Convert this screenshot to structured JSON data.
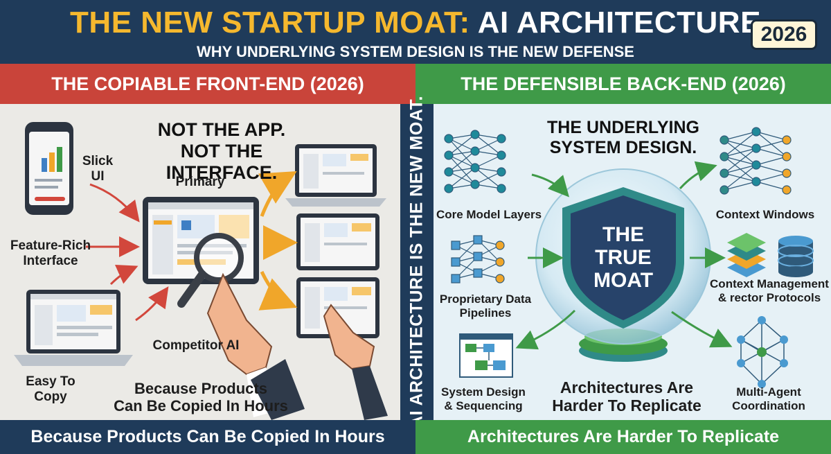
{
  "header": {
    "title_part1": "THE NEW STARTUP MOAT:",
    "title_part2": "AI ARCHITECTURE",
    "subtitle": "WHY UNDERLYING SYSTEM DESIGN IS THE NEW DEFENSE",
    "year_badge": "2026",
    "title_color": "#f5b82e",
    "background_color": "#1f3b5a"
  },
  "left_section": {
    "header": "THE COPIABLE FRONT-END (2026)",
    "header_color": "#c9443a",
    "headline_line1": "NOT THE APP.",
    "headline_line2": "NOT THE INTERFACE.",
    "labels": {
      "slick_ui_line1": "Slick",
      "slick_ui_line2": "UI",
      "primary": "Primary",
      "feature_rich_line1": "Feature-Rich",
      "feature_rich_line2": "Interface",
      "competitor_ai": "Competitor AI",
      "easy_copy_line1": "Easy To",
      "easy_copy_line2": "Copy"
    },
    "caption_line1": "Because Products",
    "caption_line2": "Can Be Copied In Hours",
    "footer": "Because Products Can Be Copied In Hours"
  },
  "divider_text": "AI ARCHITECTURE IS THE NEW MOAT.",
  "right_section": {
    "header": "THE DEFENSIBLE BACK-END (2026)",
    "header_color": "#3f9a48",
    "headline_line1": "THE UNDERLYING",
    "headline_line2": "SYSTEM DESIGN.",
    "shield_line1": "THE",
    "shield_line2": "TRUE",
    "shield_line3": "MOAT",
    "labels": {
      "core_model_layers": "Core Model Layers",
      "pipelines_line1": "Proprietary Data",
      "pipelines_line2": "Pipelines",
      "system_design_line1": "System Design",
      "system_design_line2": "& Sequencing",
      "context_windows": "Context Windows",
      "context_mgmt_line1": "Context Management",
      "context_mgmt_line2": "& rector Protocols",
      "multi_agent_line1": "Multi-Agent",
      "multi_agent_line2": "Coordination"
    },
    "caption_line1": "Architectures Are",
    "caption_line2": "Harder To Replicate",
    "footer": "Architectures Are Harder To Replicate"
  },
  "icons": [
    "smartphone-icon",
    "laptop-icon",
    "tablet-icon",
    "magnifier-icon",
    "pointing-hand-icon",
    "neural-network-icon",
    "shield-icon",
    "database-icon",
    "layers-icon",
    "flowchart-icon",
    "agent-network-icon"
  ]
}
